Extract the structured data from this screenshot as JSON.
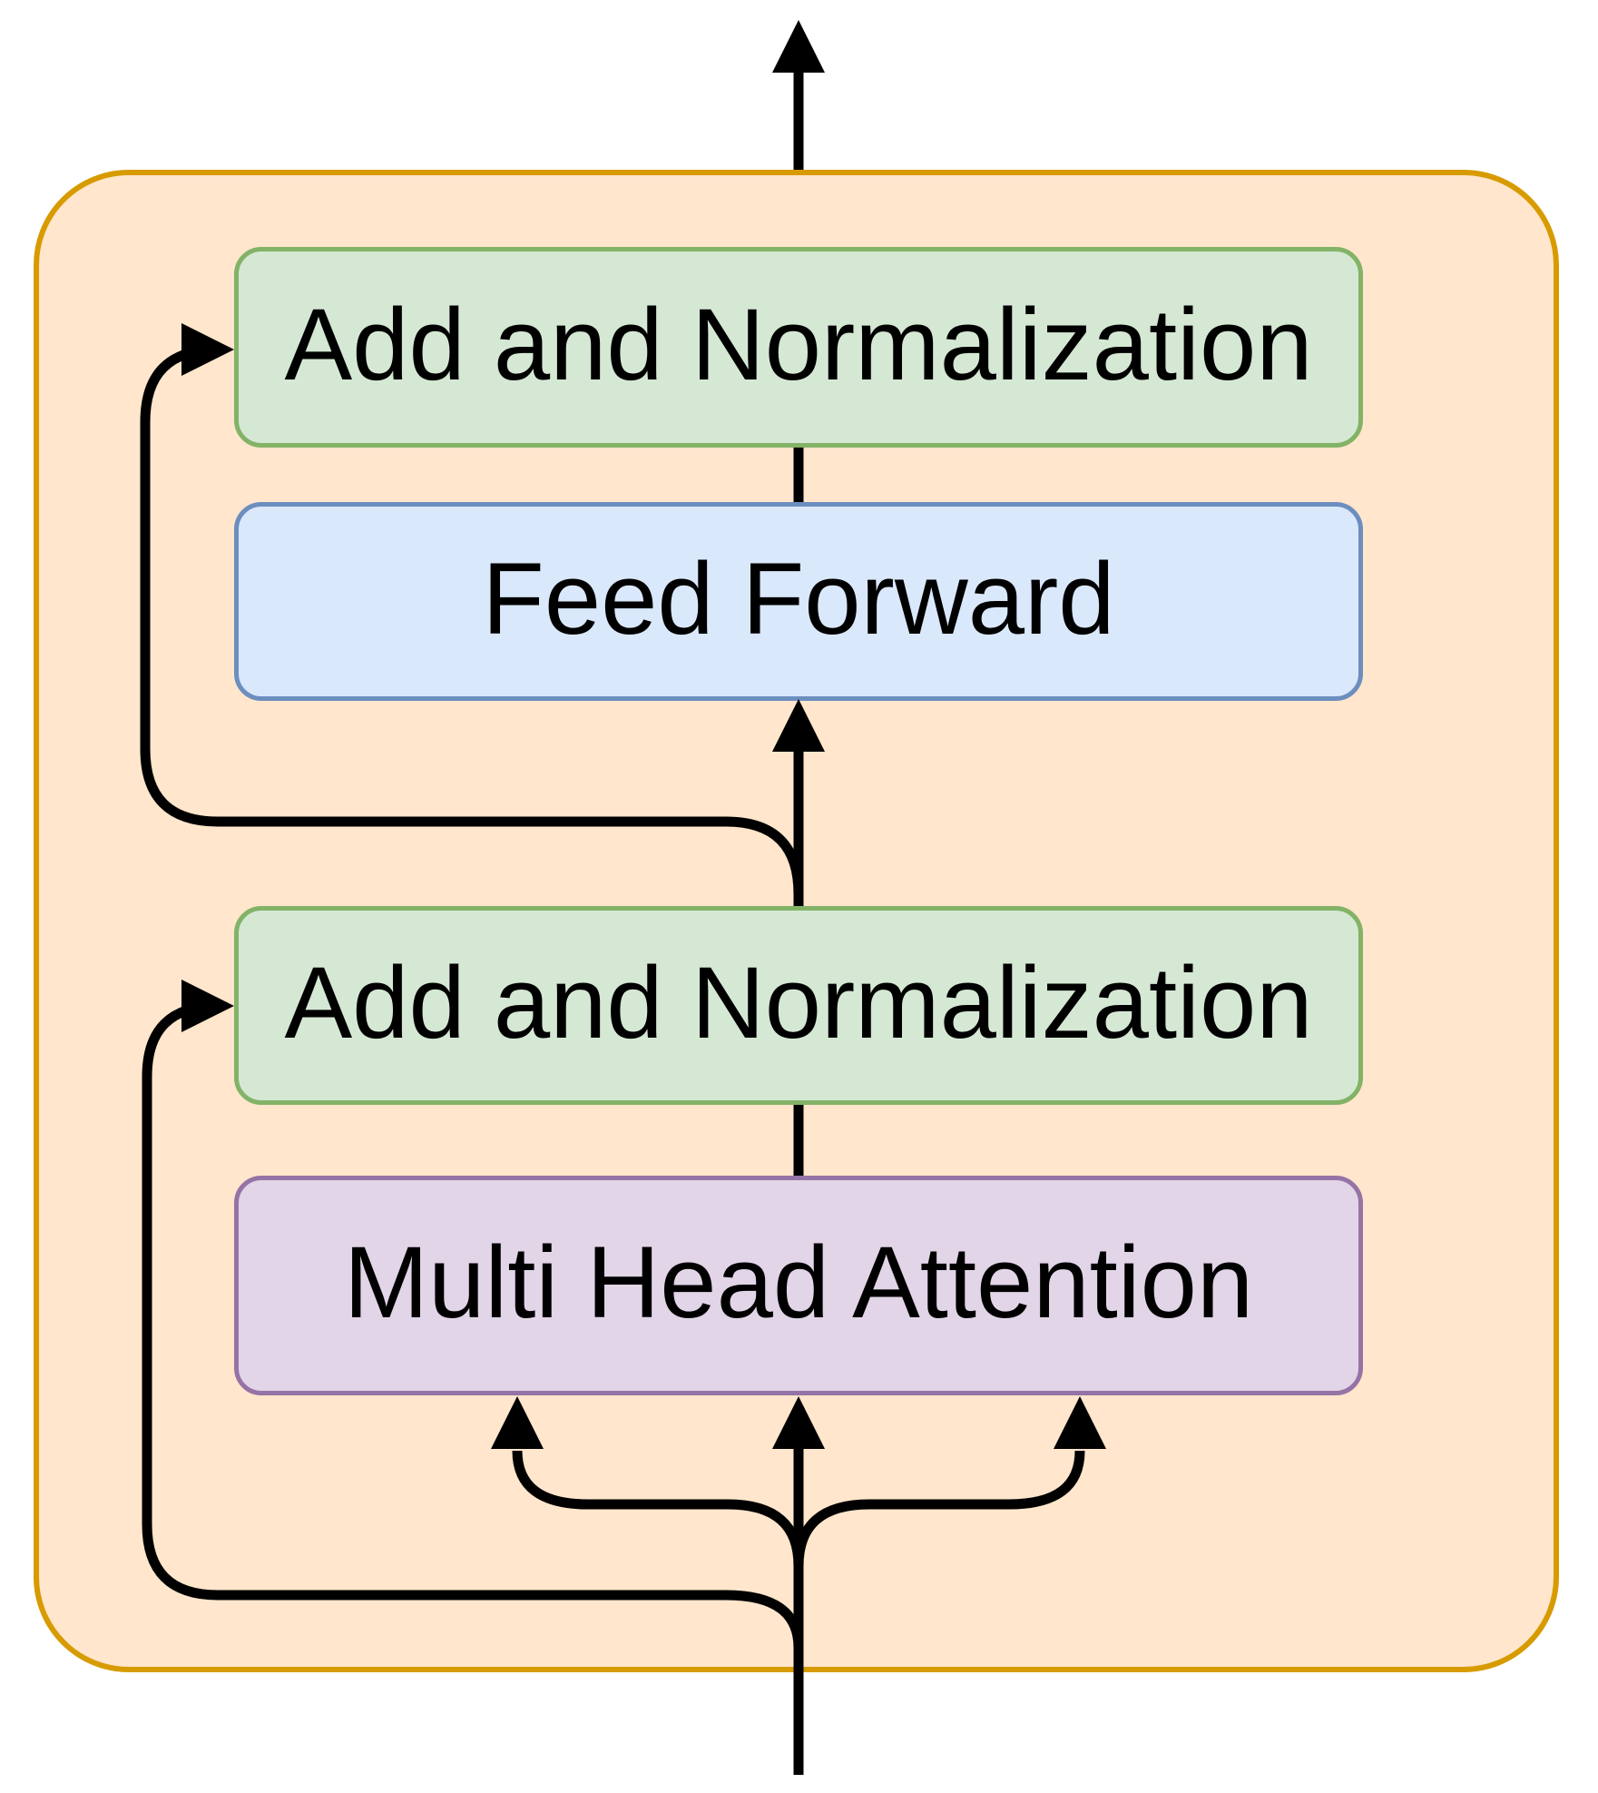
{
  "diagram": {
    "type": "transformer-encoder-block",
    "blocks": [
      {
        "id": "add-norm-top",
        "label": "Add and Normalization",
        "fill": "#d5e8d4",
        "stroke": "#82b366"
      },
      {
        "id": "feed-forward",
        "label": "Feed Forward",
        "fill": "#dae8fc",
        "stroke": "#6c8ebf"
      },
      {
        "id": "add-norm-bottom",
        "label": "Add and Normalization",
        "fill": "#d5e8d4",
        "stroke": "#82b366"
      },
      {
        "id": "multi-head",
        "label": "Multi Head Attention",
        "fill": "#e1d5e7",
        "stroke": "#9673a6"
      }
    ],
    "container": {
      "fill": "#ffe6cc",
      "stroke": "#d79b00"
    },
    "connectors": {
      "color": "#000000",
      "output_arrow": "top output arrow leaving container",
      "input_arrows": "three input arrows into Multi Head Attention",
      "residual_upper": "skip connection around Feed Forward into upper Add and Normalization",
      "residual_lower": "skip connection around Multi Head Attention into lower Add and Normalization"
    }
  }
}
